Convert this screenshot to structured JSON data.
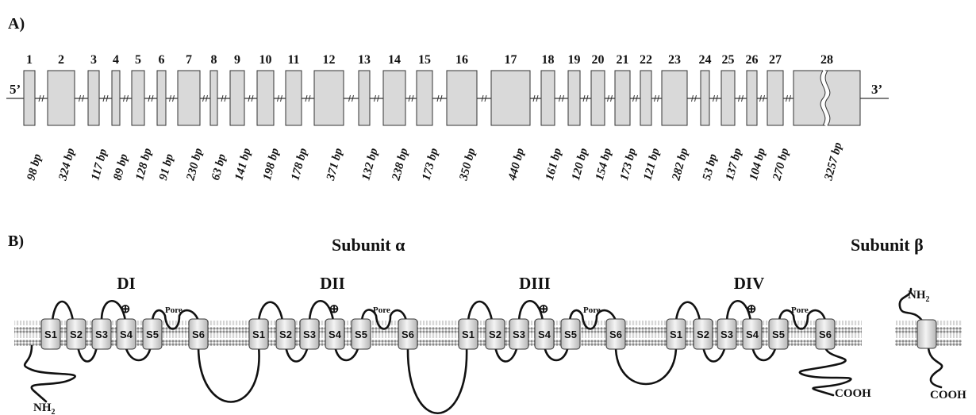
{
  "panel_a": {
    "label": "A)",
    "end5": "5’",
    "end3": "3’",
    "exons": [
      {
        "num": "1",
        "bp": "98 bp"
      },
      {
        "num": "2",
        "bp": "324 bp"
      },
      {
        "num": "3",
        "bp": "117 bp"
      },
      {
        "num": "4",
        "bp": "89 bp"
      },
      {
        "num": "5",
        "bp": "128 bp"
      },
      {
        "num": "6",
        "bp": "91 bp"
      },
      {
        "num": "7",
        "bp": "230 bp"
      },
      {
        "num": "8",
        "bp": "63 bp"
      },
      {
        "num": "9",
        "bp": "141 bp"
      },
      {
        "num": "10",
        "bp": "198 bp"
      },
      {
        "num": "11",
        "bp": "178 bp"
      },
      {
        "num": "12",
        "bp": "371 bp"
      },
      {
        "num": "13",
        "bp": "132 bp"
      },
      {
        "num": "14",
        "bp": "238 bp"
      },
      {
        "num": "15",
        "bp": "173 bp"
      },
      {
        "num": "16",
        "bp": "350 bp"
      },
      {
        "num": "17",
        "bp": "440 bp"
      },
      {
        "num": "18",
        "bp": "161 bp"
      },
      {
        "num": "19",
        "bp": "120 bp"
      },
      {
        "num": "20",
        "bp": "154 bp"
      },
      {
        "num": "21",
        "bp": "173 bp"
      },
      {
        "num": "22",
        "bp": "121 bp"
      },
      {
        "num": "23",
        "bp": "282 bp"
      },
      {
        "num": "24",
        "bp": "53 bp"
      },
      {
        "num": "25",
        "bp": "137 bp"
      },
      {
        "num": "26",
        "bp": "104 bp"
      },
      {
        "num": "27",
        "bp": "270 bp"
      },
      {
        "num": "28",
        "bp": "3257 bp"
      }
    ]
  },
  "panel_b": {
    "label": "B)",
    "alpha_title": "Subunit α",
    "beta_title": "Subunit β",
    "domains": [
      {
        "name": "DI",
        "segments": [
          "S1",
          "S2",
          "S3",
          "S4",
          "S5",
          "S6"
        ],
        "charge": "⊕",
        "pore": "Pore"
      },
      {
        "name": "DII",
        "segments": [
          "S1",
          "S2",
          "S3",
          "S4",
          "S5",
          "S6"
        ],
        "charge": "⊕",
        "pore": "Pore"
      },
      {
        "name": "DIII",
        "segments": [
          "S1",
          "S2",
          "S3",
          "S4",
          "S5",
          "S6"
        ],
        "charge": "⊕",
        "pore": "Pore"
      },
      {
        "name": "DIV",
        "segments": [
          "S1",
          "S2",
          "S3",
          "S4",
          "S5",
          "S6"
        ],
        "charge": "⊕",
        "pore": "Pore"
      }
    ],
    "nh2_main": "NH",
    "nh2_sub": "2",
    "cooh_alpha": "COOH",
    "beta_nh2_main": "NH",
    "beta_nh2_sub": "2",
    "cooh_beta": "COOH",
    "colors": {
      "exon_fill": "#d9d9d9",
      "membrane": "#999999",
      "segment": "#e4e4e4",
      "line": "#111111"
    }
  }
}
